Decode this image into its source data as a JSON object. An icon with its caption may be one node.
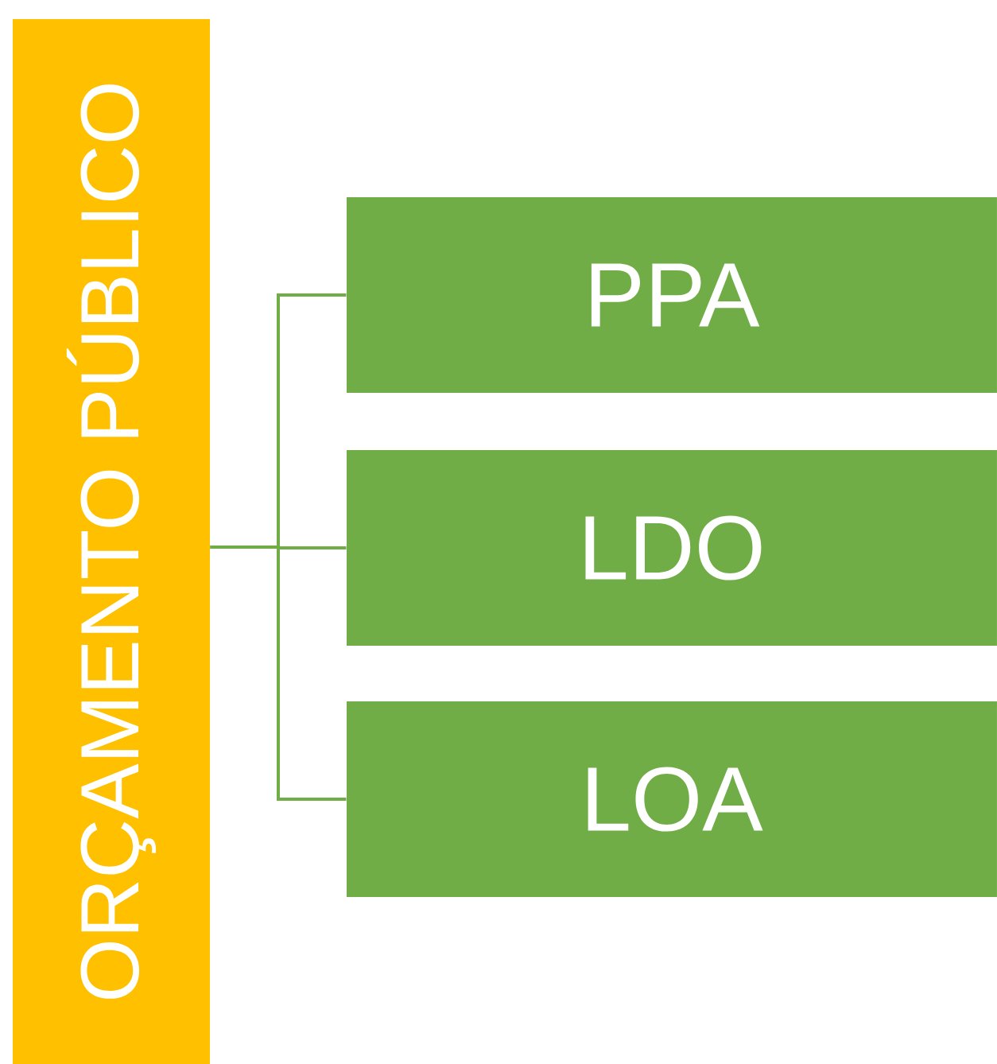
{
  "diagram": {
    "nodes": [
      {
        "text": [
          "ORÇAMENTO PÚBLICO"
        ]
      },
      {
        "text": [
          "PPA"
        ]
      },
      {
        "text": [
          "LDO"
        ]
      },
      {
        "text": [
          "LOA"
        ]
      }
    ],
    "edges": [
      {
        "from": 0,
        "to": 1,
        "arrow": "none"
      },
      {
        "from": 0,
        "to": 2,
        "arrow": "none"
      },
      {
        "from": 0,
        "to": 3,
        "arrow": "none"
      }
    ]
  }
}
